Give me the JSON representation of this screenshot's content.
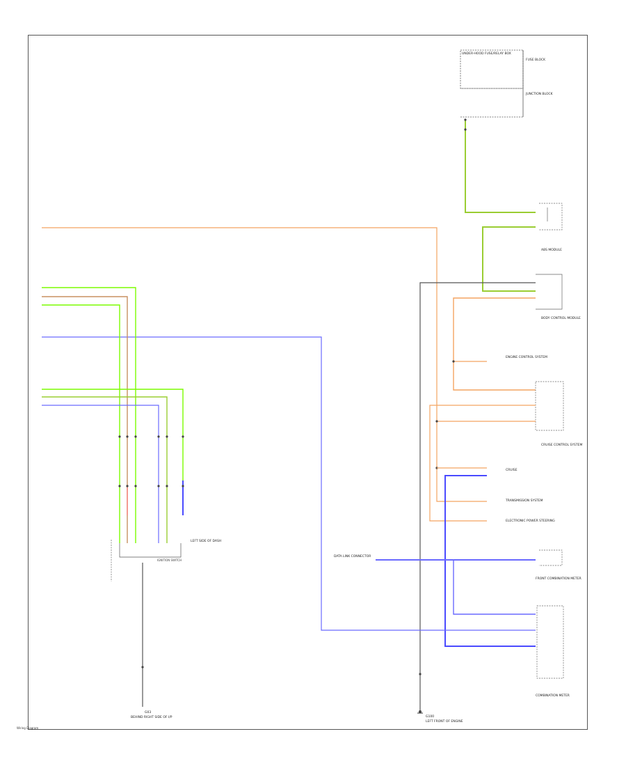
{
  "colors": {
    "orange": "#f4a460",
    "green": "#7cfc00",
    "olive": "#9acd32",
    "blue": "#6a6aff",
    "brown": "#c89060",
    "gray": "#666666",
    "black": "#222222"
  },
  "labels": {
    "ground_left": "G03",
    "ground_left_desc": "BEHIND RIGHT SIDE OF I/P",
    "ground_right": "G100",
    "ground_right_desc": "LEFT FRONT OF ENGINE",
    "tsb_connector": "DATA LINK CONNECTOR",
    "bottom_module": "COMBINATION METER",
    "fcm_label": "FRONT COMBINATION METER",
    "body_mod": "BODY CONTROL MODULE",
    "engine_sys": "ENGINE CONTROL SYSTEM",
    "trans_sys": "TRANSMISSION SYSTEM",
    "elec_power": "ELECTRONIC POWER STEERING",
    "cruise_sys": "CRUISE CONTROL SYSTEM",
    "abs_module": "ABS MODULE",
    "junction": "JUNCTION BLOCK",
    "fuse_box": "UNDER-HOOD FUSE/RELAY BOX",
    "fuse_block": "FUSE BLOCK",
    "left_module": "LEFT SIDE OF DASH",
    "ignition_sw": "IGNITION SWITCH",
    "page_ref": "Wiring Diagram"
  }
}
